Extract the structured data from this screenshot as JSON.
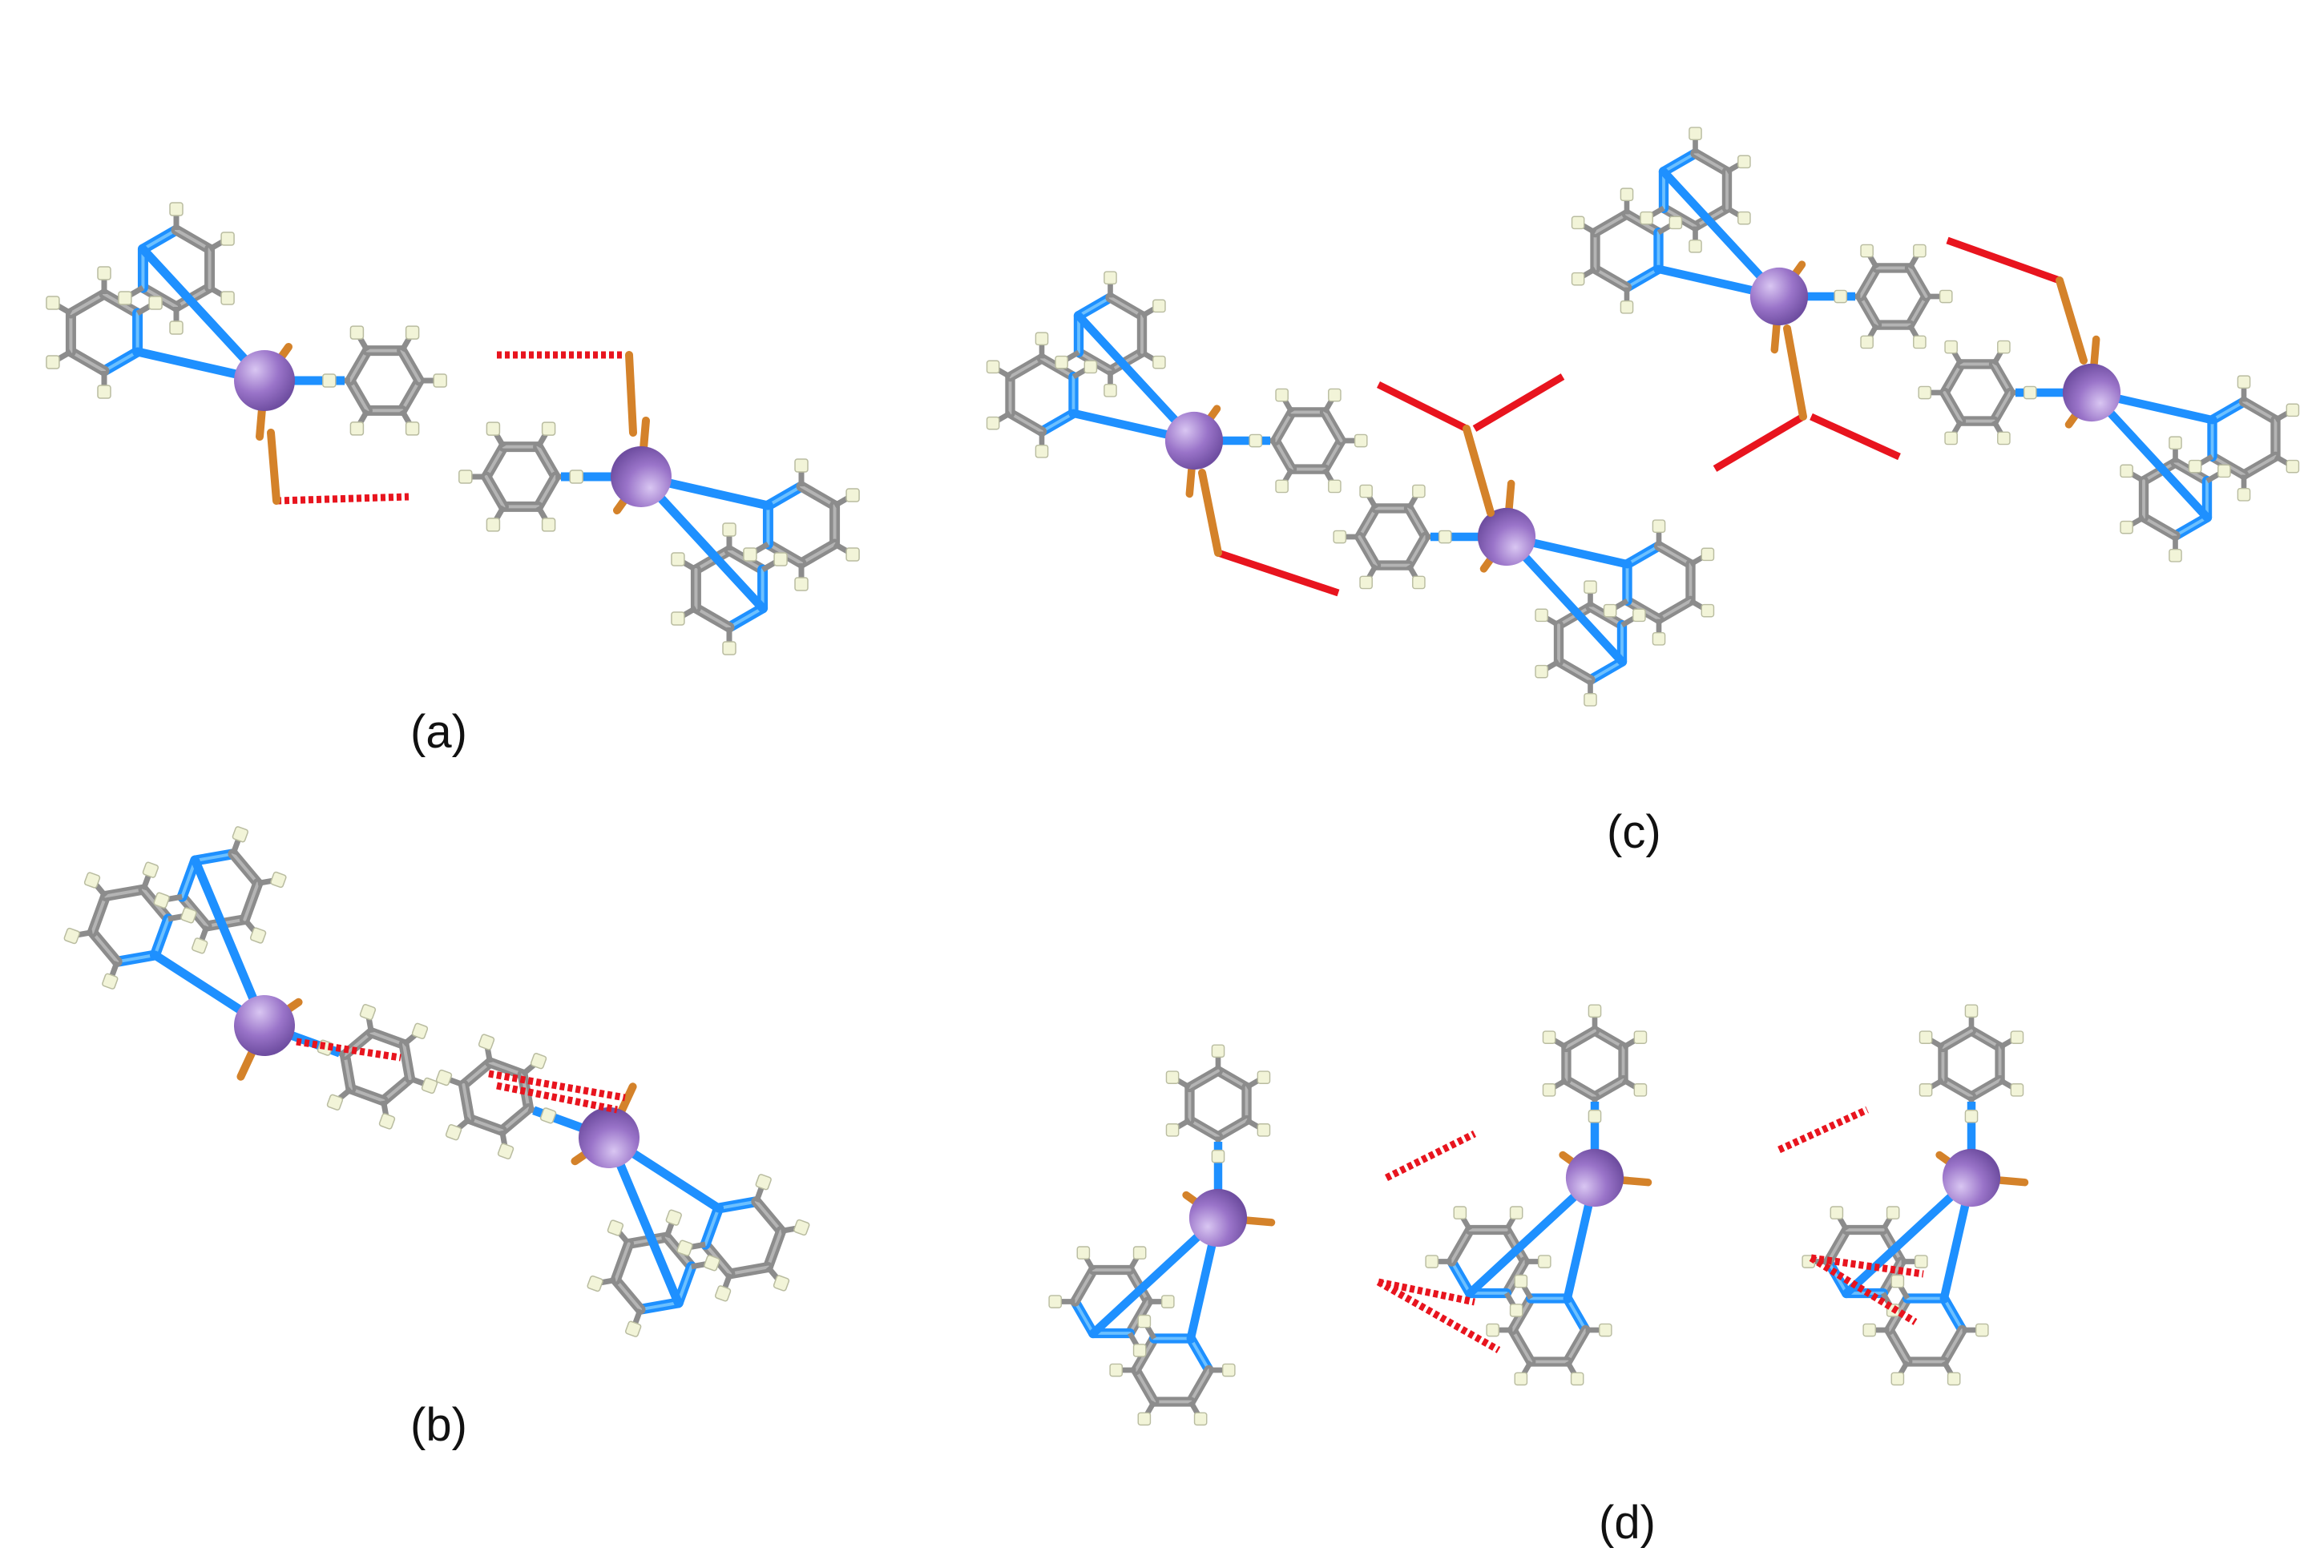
{
  "figure": {
    "panels": [
      {
        "id": "a",
        "label": "(a)"
      },
      {
        "id": "b",
        "label": "(b)"
      },
      {
        "id": "c",
        "label": "(c)"
      },
      {
        "id": "d",
        "label": "(d)"
      }
    ]
  },
  "colors": {
    "carbon": "#8c8c8c",
    "carbon_highlight": "#b4b4b4",
    "nitrogen": "#1e90ff",
    "hydrogen": "#f2f4d8",
    "hydrogen_outline": "#b9bca0",
    "metal": "#9a74c9",
    "metal_dark": "#6f4ea1",
    "halide": "#d4822a",
    "hbond": "#e8141e"
  },
  "icons": {
    "metal_atom": "purple-sphere",
    "halide_ligand": "orange-stick",
    "hydrogen_bond": "red-dashed-line"
  }
}
